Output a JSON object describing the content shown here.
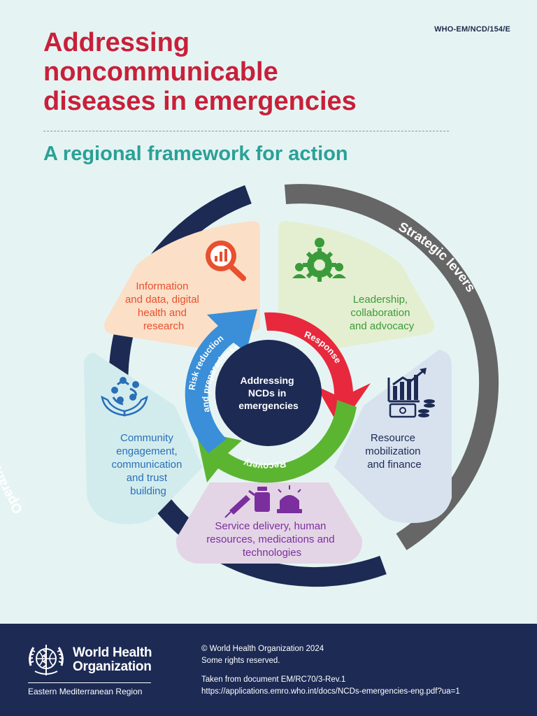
{
  "doc_code": "WHO-EM/NCD/154/E",
  "title_lines": [
    "Addressing",
    "noncommunicable",
    "diseases in emergencies"
  ],
  "subtitle": "A regional framework for action",
  "ring_labels": {
    "left": "Operational levers",
    "right": "Strategic levers"
  },
  "sectors": {
    "information": {
      "lines": [
        "Information",
        "and data, digital",
        "health and",
        "research"
      ],
      "color": "#e8502e",
      "icon": "magnifier-chart-icon"
    },
    "leadership": {
      "lines": [
        "Leadership,",
        "collaboration",
        "and advocacy"
      ],
      "color": "#3a9b3a",
      "icon": "people-gear-icon"
    },
    "resource": {
      "lines": [
        "Resource",
        "mobilization",
        "and finance"
      ],
      "color": "#1c2a54",
      "icon": "finance-chart-icon"
    },
    "service": {
      "lines": [
        "Service delivery, human",
        "resources, medications and",
        "technologies"
      ],
      "color": "#7b2f9e",
      "icon": "medical-supplies-icon"
    },
    "community": {
      "lines": [
        "Community",
        "engagement,",
        "communication",
        "and trust",
        "building"
      ],
      "color": "#2a6fb8",
      "icon": "community-hands-icon"
    }
  },
  "cycle": {
    "response": "Response",
    "recovery": "Recovery",
    "risk_lines": [
      "Risk reduction",
      "and preparedness"
    ],
    "center_lines": [
      "Addressing",
      "NCDs in",
      "emergencies"
    ]
  },
  "colors": {
    "title": "#c8203a",
    "subtitle": "#2aa197",
    "navy": "#1c2a54",
    "grey": "#666666",
    "response": "#e8283c",
    "recovery": "#5cb531",
    "risk": "#3a8fd8"
  },
  "footer": {
    "org_lines": [
      "World Health",
      "Organization"
    ],
    "region": "Eastern Mediterranean Region",
    "copyright": "© World Health Organization 2024",
    "rights": "Some rights reserved.",
    "source": "Taken from document EM/RC70/3-Rev.1",
    "url": "https://applications.emro.who.int/docs/NCDs-emergencies-eng.pdf?ua=1"
  }
}
